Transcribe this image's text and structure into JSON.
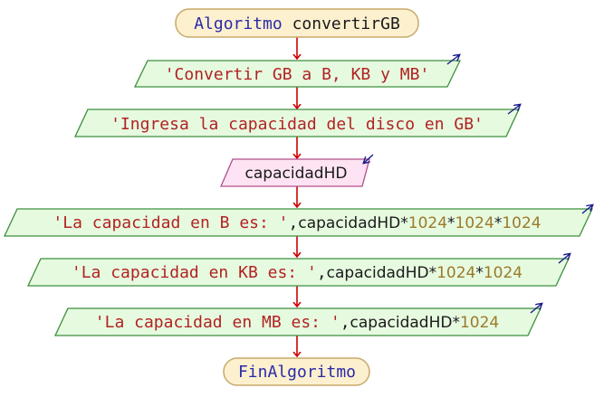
{
  "colors": {
    "terminal_fill": "#fdf0cf",
    "terminal_stroke": "#c8a96a",
    "output_fill": "#e6fae0",
    "output_stroke": "#3c8f3c",
    "input_fill": "#fde3f3",
    "input_stroke": "#b0508a",
    "arrow": "#cc0000",
    "io_marker": "#1a1a8c",
    "keyword": "#2a2aaa",
    "string": "#b22222",
    "variable": "#1a1a1a",
    "number": "#9b7a2a"
  },
  "start": {
    "keyword": "Algoritmo",
    "name": "convertirGB"
  },
  "steps": {
    "title_output": {
      "text": "'Convertir GB a B, KB y MB'"
    },
    "prompt_output": {
      "text": "'Ingresa la capacidad del disco en GB'"
    },
    "read_input": {
      "variable": "capacidadHD"
    },
    "bytes_output": {
      "string": "'La capacidad en B es: '",
      "sep": ",",
      "variable": "capacidadHD",
      "expr": [
        "*",
        "1024",
        "*",
        "1024",
        "*",
        "1024"
      ]
    },
    "kb_output": {
      "string": "'La capacidad en KB es: '",
      "sep": ",",
      "variable": "capacidadHD",
      "expr": [
        "*",
        "1024",
        "*",
        "1024"
      ]
    },
    "mb_output": {
      "string": "'La capacidad en MB es: '",
      "sep": ",",
      "variable": "capacidadHD",
      "expr": [
        "*",
        "1024"
      ]
    }
  },
  "end": {
    "keyword": "FinAlgoritmo"
  }
}
